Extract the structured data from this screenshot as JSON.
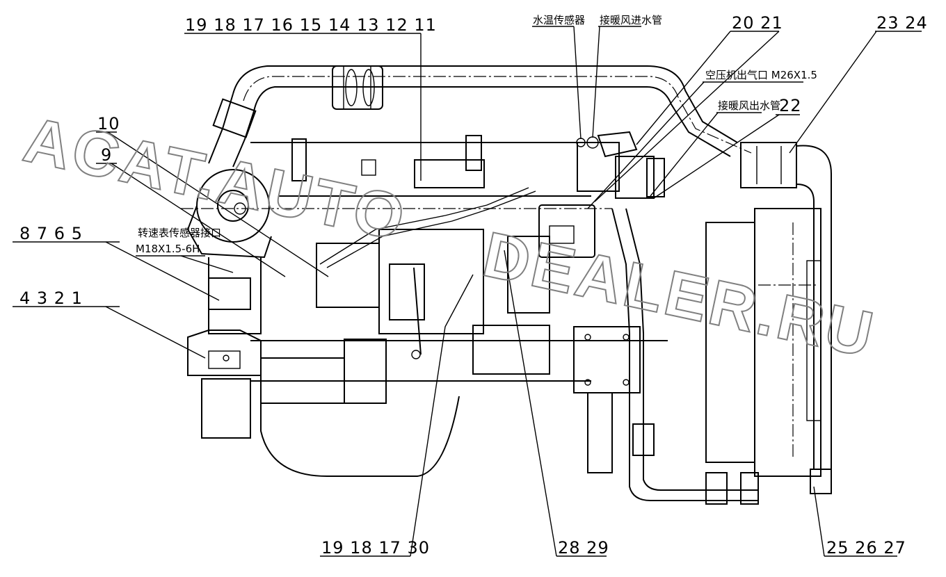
{
  "callouts": {
    "top_left_group": "19 18 17 16 15 14 13 12 11",
    "c10": "10",
    "c9": "9",
    "left_mid_group": "8 7 6 5",
    "left_low_group": "4 3 2 1",
    "top_right_pair": "20 21",
    "c22": "22",
    "far_right_pair": "23 24",
    "bottom_left_group": "19 18 17 30",
    "bottom_mid_pair": "28 29",
    "bottom_right_group": "25 26 27"
  },
  "annotations": {
    "water_temp_sensor": "水温传感器",
    "heater_inlet_pipe": "接暖风进水管",
    "air_compressor_outlet": "空压机出气口 M26X1.5",
    "heater_outlet_pipe": "接暖风出水管",
    "tacho_sensor_port": "转速表传感器接口",
    "tacho_sensor_thread": "M18X1.5-6H"
  },
  "watermark": {
    "left": "ACAT.AUTO",
    "right": "DEALER.RU"
  }
}
